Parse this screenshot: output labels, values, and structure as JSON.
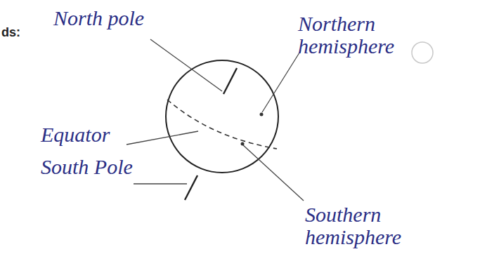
{
  "diagram": {
    "labels": [
      "ds:",
      "North pole",
      "Northern hemisphere",
      "Equator",
      "South Pole",
      "Southern hemisphere"
    ]
  }
}
